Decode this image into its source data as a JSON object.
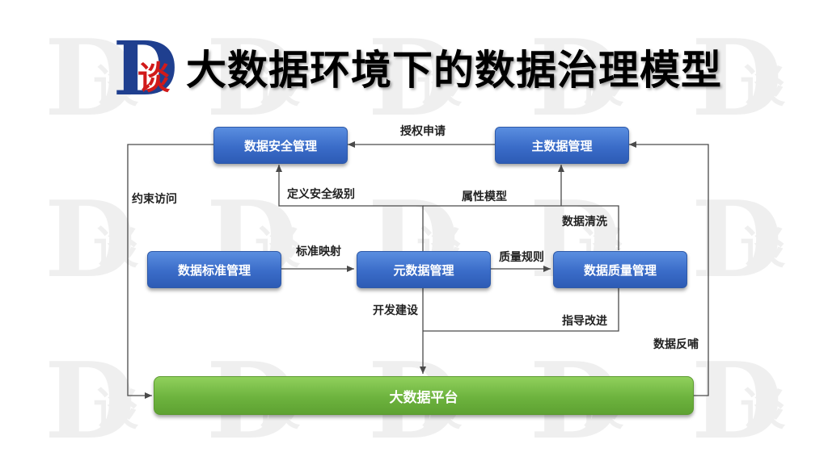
{
  "header": {
    "logo_letter": "D",
    "logo_char": "谈",
    "title": "大数据环境下的数据治理模型"
  },
  "watermark": {
    "letter": "D",
    "char": "谈"
  },
  "nodes": {
    "security": "数据安全管理",
    "master": "主数据管理",
    "standard": "数据标准管理",
    "metadata": "元数据管理",
    "quality": "数据质量管理",
    "platform": "大数据平台"
  },
  "edges": {
    "authorize": "授权申请",
    "define_security": "定义安全级别",
    "attribute_model": "属性模型",
    "data_cleaning": "数据清洗",
    "constrain_access": "约束访问",
    "standard_mapping": "标准映射",
    "quality_rules": "质量规则",
    "dev_build": "开发建设",
    "guide_improve": "指导改进",
    "data_feedback": "数据反哺"
  },
  "colors": {
    "node_blue": "#3a6cc8",
    "platform_green": "#6db33e",
    "title_text": "#000000",
    "logo_blue": "#1f3f8f",
    "logo_red": "#d11a1a"
  }
}
